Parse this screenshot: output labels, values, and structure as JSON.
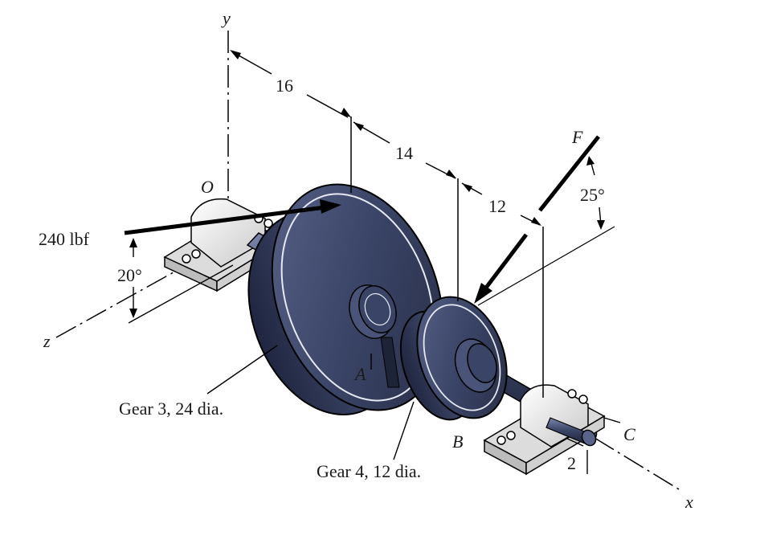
{
  "axes": {
    "x": "x",
    "y": "y",
    "z": "z"
  },
  "points": {
    "O": "O",
    "A": "A",
    "B": "B",
    "C": "C"
  },
  "force_F": {
    "label": "F",
    "angle": "25°"
  },
  "force_240": {
    "label": "240 lbf",
    "angle": "20°"
  },
  "dimensions": {
    "d1": "16",
    "d2": "14",
    "d3": "12",
    "d4": "2"
  },
  "gear3": {
    "label": "Gear 3, 24 dia."
  },
  "gear4": {
    "label": "Gear 4, 12 dia."
  },
  "colors": {
    "gear_body": "#3a4466",
    "gear_dark": "#1e2438",
    "bearing": "#e8e8e8",
    "line": "#000000"
  }
}
